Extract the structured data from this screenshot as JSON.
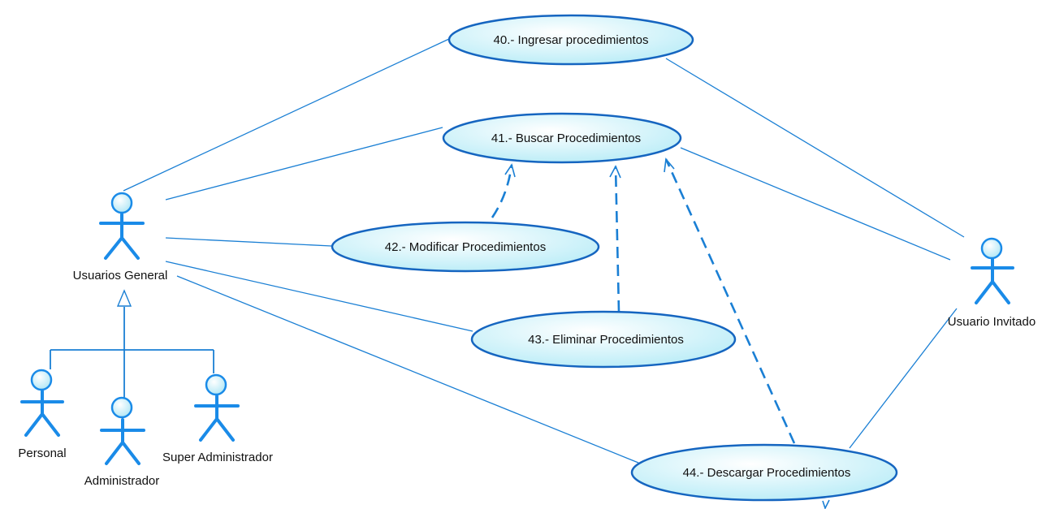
{
  "colors": {
    "line": "#1a7fd4",
    "actor_stroke": "#1a8be8",
    "ellipse_fill_light": "#ffffff",
    "ellipse_fill_dark": "#b8ecf7",
    "ellipse_stroke": "#1565c0"
  },
  "actors": {
    "usuarios_general": "Usuarios General",
    "usuario_invitado": "Usuario Invitado",
    "personal": "Personal",
    "administrador": "Administrador",
    "super_administrador": "Super Administrador"
  },
  "use_cases": {
    "uc40": "40.- Ingresar procedimientos",
    "uc41": "41.- Buscar Procedimientos",
    "uc42": "42.- Modificar Procedimientos",
    "uc43": "43.- Eliminar Procedimientos",
    "uc44": "44.- Descargar Procedimientos"
  }
}
